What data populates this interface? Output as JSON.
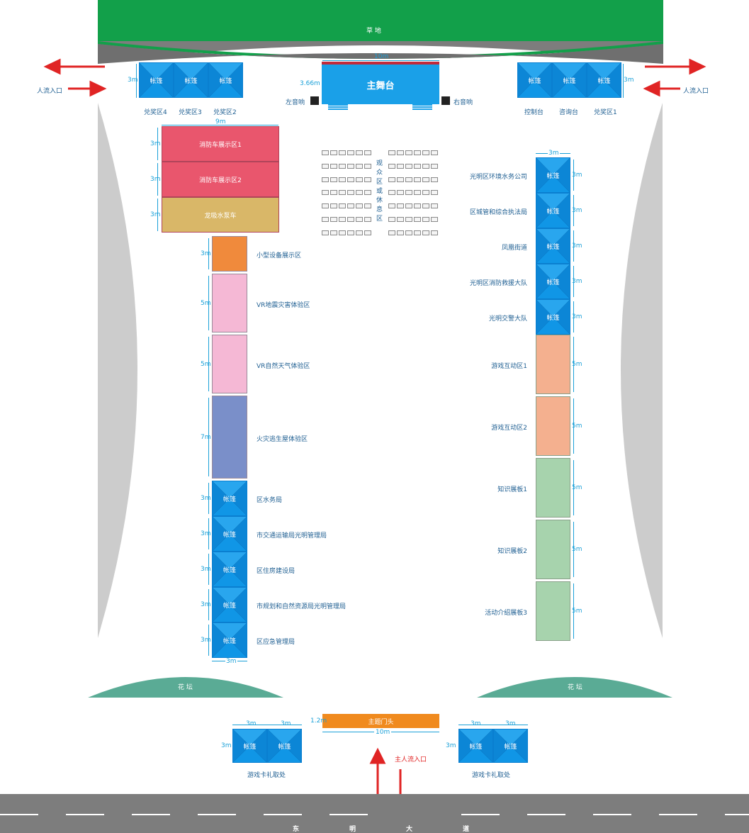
{
  "header": {
    "grass_label": "草 地"
  },
  "stage": {
    "label": "主舞台",
    "width_label": "10m",
    "depth_label": "3.66m",
    "left_speaker": "左音响",
    "right_speaker": "右音响"
  },
  "entrances": {
    "left": "人流入口",
    "right": "人流入口",
    "main": "主人流入口"
  },
  "top_left_tents": {
    "labels": [
      "帐篷",
      "帐篷",
      "帐篷"
    ],
    "dim": "3m",
    "areas": [
      "兑奖区4",
      "兑奖区3",
      "兑奖区2"
    ]
  },
  "top_right_tents": {
    "labels": [
      "帐篷",
      "帐篷",
      "帐篷"
    ],
    "dim": "3m",
    "areas": [
      "控制台",
      "咨询台",
      "兑奖区1"
    ]
  },
  "fire_zone": {
    "width_label": "9m",
    "items": [
      {
        "label": "消防车展示区1",
        "dim": "3m",
        "color": "#e9566d"
      },
      {
        "label": "消防车展示区2",
        "dim": "3m",
        "color": "#e9566d"
      },
      {
        "label": "龙吸水泵车",
        "dim": "3m",
        "color": "#d9b768"
      }
    ]
  },
  "audience": {
    "chars": [
      "观",
      "众",
      "区",
      "或",
      "休",
      "息",
      "区"
    ]
  },
  "left_column": {
    "items": [
      {
        "label": "小型设备展示区",
        "dim": "3m",
        "color": "#f08a3c",
        "tent": false
      },
      {
        "label": "VR地震灾害体验区",
        "dim": "5m",
        "color": "#f5b8d5",
        "tent": false
      },
      {
        "label": "VR自然天气体验区",
        "dim": "5m",
        "color": "#f5b8d5",
        "tent": false
      },
      {
        "label": "火灾逃生屋体验区",
        "dim": "7m",
        "color": "#7a8fc9",
        "tent": false
      },
      {
        "label": "区水务局",
        "dim": "3m",
        "tent": true,
        "tent_label": "帐篷"
      },
      {
        "label": "市交通运输局光明管理局",
        "dim": "3m",
        "tent": true,
        "tent_label": "帐篷"
      },
      {
        "label": "区住房建设局",
        "dim": "3m",
        "tent": true,
        "tent_label": "帐篷"
      },
      {
        "label": "市规划和自然资源局光明管理局",
        "dim": "3m",
        "tent": true,
        "tent_label": "帐篷"
      },
      {
        "label": "区应急管理局",
        "dim": "3m",
        "tent": true,
        "tent_label": "帐篷"
      }
    ],
    "width_label": "3m"
  },
  "right_column": {
    "width_label": "3m",
    "items": [
      {
        "label": "光明区环境水务公司",
        "dim": "3m",
        "tent": true,
        "tent_label": "帐篷"
      },
      {
        "label": "区城管和综合执法局",
        "dim": "3m",
        "tent": true,
        "tent_label": "帐篷"
      },
      {
        "label": "凤凰街道",
        "dim": "3m",
        "tent": true,
        "tent_label": "帐篷"
      },
      {
        "label": "光明区消防救援大队",
        "dim": "3m",
        "tent": true,
        "tent_label": "帐篷"
      },
      {
        "label": "光明交警大队",
        "dim": "3m",
        "tent": true,
        "tent_label": "帐篷"
      },
      {
        "label": "游戏互动区1",
        "dim": "5m",
        "color": "#f4b08f",
        "tent": false
      },
      {
        "label": "游戏互动区2",
        "dim": "5m",
        "color": "#f4b08f",
        "tent": false
      },
      {
        "label": "知识展板1",
        "dim": "5m",
        "color": "#a7d3ad",
        "tent": false
      },
      {
        "label": "知识展板2",
        "dim": "5m",
        "color": "#a7d3ad",
        "tent": false
      },
      {
        "label": "活动介绍展板3",
        "dim": "5m",
        "color": "#a7d3ad",
        "tent": false
      }
    ]
  },
  "flower_beds": {
    "left": "花 坛",
    "right": "花 坛"
  },
  "gate": {
    "label": "主题门头",
    "width_label": "10m",
    "depth_label": "1.2m"
  },
  "bottom_left": {
    "tents": [
      "帐篷",
      "帐篷"
    ],
    "dims": [
      "3m",
      "3m"
    ],
    "side_dim": "3m",
    "label": "游戏卡礼取处"
  },
  "bottom_right": {
    "tents": [
      "帐篷",
      "帐篷"
    ],
    "dims": [
      "3m",
      "3m"
    ],
    "side_dim": "3m",
    "label": "游戏卡礼取处"
  },
  "road": {
    "chars": [
      "东",
      "明",
      "大",
      "道"
    ]
  },
  "colors": {
    "grass": "#12a04a",
    "road_gray": "#7d7d7d",
    "tent_blue": "#1096e6",
    "stage_blue": "#1aa0e8",
    "flower": "#5aab95",
    "arrow_red": "#e02424"
  }
}
